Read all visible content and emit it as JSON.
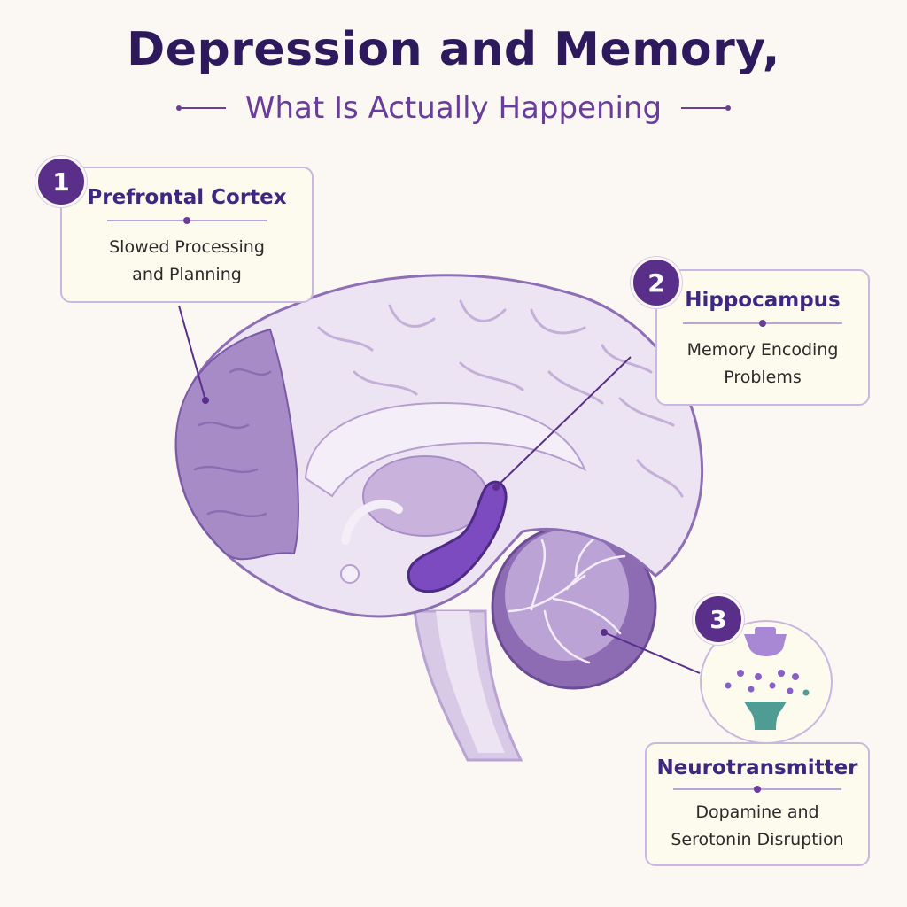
{
  "title": "Depression and Memory,",
  "subtitle": "What Is Actually Happening",
  "colors": {
    "accent": "#5a2f8a",
    "title": "#2d1a5c",
    "brain_light": "#ece4f2",
    "brain_mid": "#c9b3dd",
    "prefrontal": "#a68bc7",
    "hippocampus": "#7c4bbf",
    "cerebellum": "#8d6cb3",
    "receptor_teal": "#4e9c94"
  },
  "callouts": [
    {
      "number": "1",
      "title": "Prefrontal Cortex",
      "description_lines": [
        "Slowed Processing",
        "and Planning"
      ]
    },
    {
      "number": "2",
      "title": "Hippocampus",
      "description_lines": [
        "Memory Encoding",
        "Problems"
      ]
    },
    {
      "number": "3",
      "title": "Neurotransmitter",
      "description_lines": [
        "Dopamine and",
        "Serotonin Disruption"
      ]
    }
  ],
  "icons": [
    "brain-illustration",
    "synapse-icon"
  ]
}
